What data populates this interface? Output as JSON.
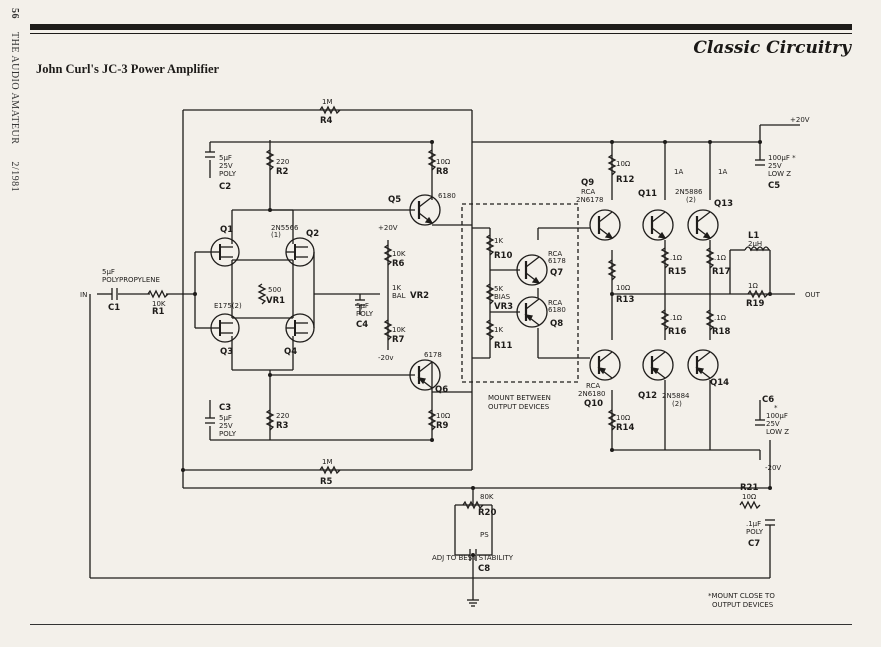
{
  "page": {
    "side_page_number": "56",
    "side_publication": "THE AUDIO AMATEUR",
    "side_issue": "2/1981",
    "section_title": "Classic Circuitry",
    "figure_title": "John Curl's JC-3 Power Amplifier"
  },
  "schematic": {
    "labels": {
      "in": "IN",
      "out": "OUT",
      "plus20_top": "+20V",
      "plus20_mid": "+20V",
      "minus20_mid": "-20v",
      "minus20_bot": "-20V",
      "mount_between": [
        "MOUNT BETWEEN",
        "OUTPUT DEVICES"
      ],
      "mount_close": [
        "*MOUNT CLOSE TO",
        "OUTPUT DEVICES"
      ],
      "adj_stability": "ADJ TO BEST STABILITY"
    },
    "resistors": {
      "R1": {
        "ref": "R1",
        "value": "10K"
      },
      "R2": {
        "ref": "R2",
        "value": "220"
      },
      "R3": {
        "ref": "R3",
        "value": "220"
      },
      "R4": {
        "ref": "R4",
        "value": "1M"
      },
      "R5": {
        "ref": "R5",
        "value": "1M"
      },
      "R6": {
        "ref": "R6",
        "value": "10K"
      },
      "R7": {
        "ref": "R7",
        "value": "10K"
      },
      "R8": {
        "ref": "R8",
        "value": "10Ω"
      },
      "R9": {
        "ref": "R9",
        "value": "10Ω"
      },
      "R10": {
        "ref": "R10",
        "value": "1K"
      },
      "R11": {
        "ref": "R11",
        "value": "1K"
      },
      "R12": {
        "ref": "R12",
        "value": "10Ω"
      },
      "R13": {
        "ref": "R13",
        "value": "10Ω"
      },
      "R14": {
        "ref": "R14",
        "value": "10Ω"
      },
      "R15": {
        "ref": "R15",
        "value": ".1Ω"
      },
      "R16": {
        "ref": "R16",
        "value": ".1Ω"
      },
      "R17": {
        "ref": "R17",
        "value": ".1Ω"
      },
      "R18": {
        "ref": "R18",
        "value": ".1Ω"
      },
      "R19": {
        "ref": "R19",
        "value": "1Ω"
      },
      "R20": {
        "ref": "R20",
        "value": "80K"
      },
      "R21": {
        "ref": "R21",
        "value": "10Ω"
      },
      "R_1A_a": {
        "value": "1A"
      },
      "R_1A_b": {
        "value": "1A"
      }
    },
    "pots": {
      "VR1": {
        "ref": "VR1",
        "value": "500"
      },
      "VR2": {
        "ref": "VR2",
        "value": "1K",
        "extra": "BAL"
      },
      "VR3": {
        "ref": "VR3",
        "value": "5K",
        "extra": "BIAS"
      }
    },
    "capacitors": {
      "C1": {
        "ref": "C1",
        "value": "5µF",
        "extra": "POLYPROPYLENE"
      },
      "C2": {
        "ref": "C2",
        "lines": [
          "5µF",
          "25V",
          "POLY"
        ]
      },
      "C3": {
        "ref": "C3",
        "lines": [
          "5µF",
          "25V",
          "POLY"
        ]
      },
      "C4": {
        "ref": "C4",
        "lines": [
          "5µF",
          "POLY"
        ]
      },
      "C5": {
        "ref": "C5",
        "lines": [
          "100µF *",
          "25V",
          "LOW Z"
        ]
      },
      "C6": {
        "ref": "C6",
        "lines": [
          "*",
          "100µF",
          "25V",
          "LOW Z"
        ]
      },
      "C7": {
        "ref": "C7",
        "lines": [
          ".1µF",
          "POLY"
        ]
      },
      "C8": {
        "ref": "C8",
        "value": "PS"
      }
    },
    "inductors": {
      "L1": {
        "ref": "L1",
        "value": "2µH"
      }
    },
    "transistors": {
      "Q1": {
        "ref": "Q1"
      },
      "Q2": {
        "ref": "Q2",
        "part": "2N5566",
        "extra": "(1)"
      },
      "Q3": {
        "ref": "Q3"
      },
      "Q4": {
        "ref": "Q4"
      },
      "Q3Q4_part": "E175(2)",
      "Q5": {
        "ref": "Q5",
        "part": "6180"
      },
      "Q6": {
        "ref": "Q6",
        "part": "6178"
      },
      "Q7": {
        "ref": "Q7",
        "part": "RCA",
        "part2": "6178"
      },
      "Q8": {
        "ref": "Q8",
        "part": "RCA",
        "part2": "6180"
      },
      "Q9": {
        "ref": "Q9",
        "part": "RCA",
        "part2": "2N6178"
      },
      "Q10": {
        "ref": "Q10",
        "part": "RCA",
        "part2": "2N6180"
      },
      "Q11": {
        "ref": "Q11"
      },
      "Q12": {
        "ref": "Q12"
      },
      "Q13": {
        "ref": "Q13",
        "part": "2N5886",
        "extra": "(2)"
      },
      "Q14": {
        "ref": "Q14",
        "part": "2N5884",
        "extra": "(2)"
      }
    }
  }
}
